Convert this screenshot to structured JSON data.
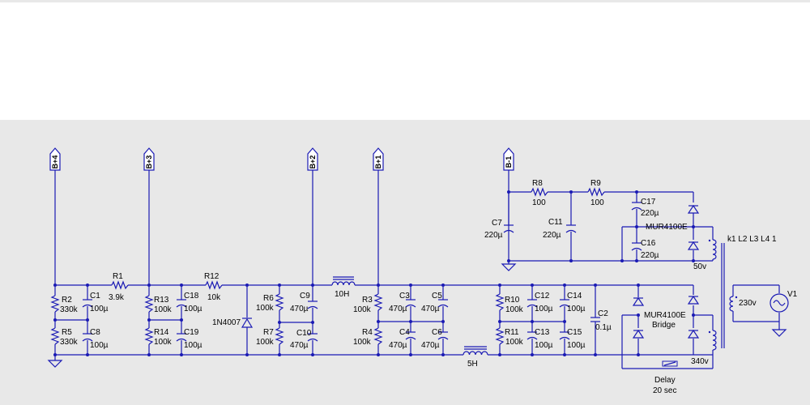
{
  "supplies": [
    {
      "id": "b4",
      "label": "B+4"
    },
    {
      "id": "b3",
      "label": "B+3"
    },
    {
      "id": "b2",
      "label": "B+2"
    },
    {
      "id": "b1",
      "label": "B+1"
    },
    {
      "id": "bm",
      "label": "B-1"
    }
  ],
  "resistors": {
    "R1": {
      "name": "R1",
      "value": "3.9k"
    },
    "R2": {
      "name": "R2",
      "value": "330k"
    },
    "R5": {
      "name": "R5",
      "value": "330k"
    },
    "R12": {
      "name": "R12",
      "value": "10k"
    },
    "R13": {
      "name": "R13",
      "value": "100k"
    },
    "R14": {
      "name": "R14",
      "value": "100k"
    },
    "R6": {
      "name": "R6",
      "value": "100k"
    },
    "R7": {
      "name": "R7",
      "value": "100k"
    },
    "R3": {
      "name": "R3",
      "value": "100k"
    },
    "R4": {
      "name": "R4",
      "value": "100k"
    },
    "R10": {
      "name": "R10",
      "value": "100k"
    },
    "R11": {
      "name": "R11",
      "value": "100k"
    },
    "R8": {
      "name": "R8",
      "value": "100"
    },
    "R9": {
      "name": "R9",
      "value": "100"
    }
  },
  "capacitors": {
    "C1": {
      "name": "C1",
      "value": "100µ"
    },
    "C8": {
      "name": "C8",
      "value": "100µ"
    },
    "C18": {
      "name": "C18",
      "value": "100µ"
    },
    "C19": {
      "name": "C19",
      "value": "100µ"
    },
    "C9": {
      "name": "C9",
      "value": "470µ"
    },
    "C10": {
      "name": "C10",
      "value": "470µ"
    },
    "C3": {
      "name": "C3",
      "value": "470µ"
    },
    "C4": {
      "name": "C4",
      "value": "470µ"
    },
    "C5": {
      "name": "C5",
      "value": "470µ"
    },
    "C6": {
      "name": "C6",
      "value": "470µ"
    },
    "C12": {
      "name": "C12",
      "value": "100µ"
    },
    "C13": {
      "name": "C13",
      "value": "100µ"
    },
    "C14": {
      "name": "C14",
      "value": "100µ"
    },
    "C15": {
      "name": "C15",
      "value": "100µ"
    },
    "C2": {
      "name": "C2",
      "value": "0.1µ"
    },
    "C7": {
      "name": "C7",
      "value": "220µ"
    },
    "C11": {
      "name": "C11",
      "value": "220µ"
    },
    "C17": {
      "name": "C17",
      "value": "220µ"
    },
    "C16": {
      "name": "C16",
      "value": "220µ"
    }
  },
  "inductors": {
    "L10H": {
      "value": "10H"
    },
    "L5H": {
      "value": "5H"
    }
  },
  "diode": {
    "name": "1N4007"
  },
  "bridges": {
    "low": {
      "name": "MUR4100E"
    },
    "high": {
      "name": "MUR4100E",
      "sub": "Bridge"
    }
  },
  "transformer": {
    "coupling": "k1 L2 L3 L4 1",
    "sec_low": "50v",
    "sec_high": "340v",
    "primary": "230v"
  },
  "source": {
    "name": "V1"
  },
  "delay": {
    "line1": "Delay",
    "line2": "20 sec"
  }
}
